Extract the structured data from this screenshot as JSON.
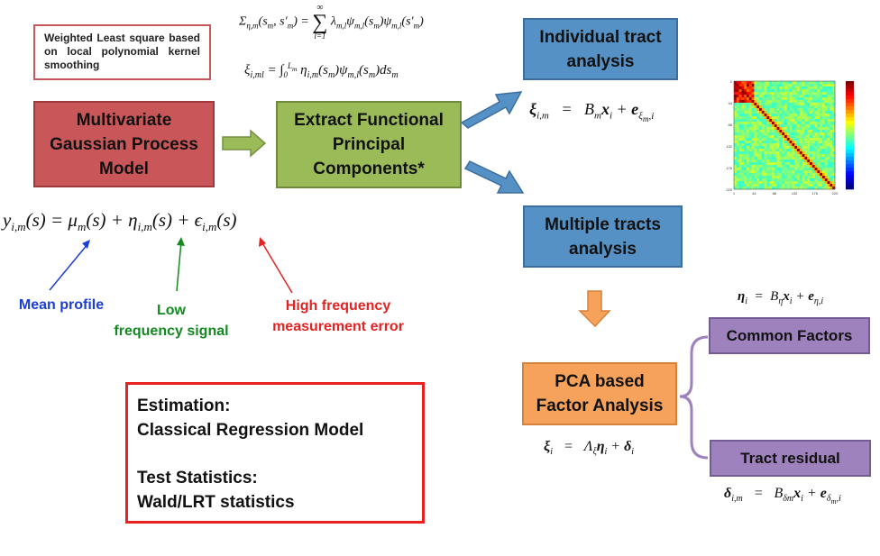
{
  "note_box": {
    "text": "Weighted Least square based on local polynomial kernel smoothing"
  },
  "boxes": {
    "mgpm": "Multivariate Gaussian Process Model",
    "fpc": "Extract Functional Principal Components*",
    "individual": "Individual tract analysis",
    "multiple": "Multiple tracts analysis",
    "pca": "PCA based Factor Analysis",
    "common": "Common Factors",
    "residual": "Tract residual"
  },
  "equations": {
    "sigma": "Σ_{η,m}(s_m, s'_m) = Σ_{l=1}^{∞} λ_{m,l} ψ_{m,l}(s_m) ψ_{m,l}(s'_m)",
    "xi_int": "ξ_{i,ml} = ∫_0^{L_m} η_{i,m}(s_m) ψ_{m,l}(s_m) ds_m",
    "model": "y_{i,m}(s) = μ_m(s) + η_{i,m}(s) + ϵ_{i,m}(s)",
    "xi_im": "ξ_{i,m} = B_m x_i + e_{ξ_{m,i}}",
    "eta_i": "η_i = B_η x_i + e_{η,i}",
    "xi_i": "ξ_i = Λ_ξ η_i + δ_i",
    "delta": "δ_{i,m} = B_{δm} x_i + e_{δ_m,i}"
  },
  "labels": {
    "mean_profile": "Mean profile",
    "low_freq_1": "Low",
    "low_freq_2": "frequency signal",
    "high_freq_1": "High frequency",
    "high_freq_2": "measurement error"
  },
  "estimation_box": {
    "line1": "Estimation:",
    "line2": "Classical Regression Model",
    "line3": "Test Statistics:",
    "line4": "Wald/LRT statistics"
  },
  "heatmap": {
    "y_ticks": [
      "1",
      "44",
      "88",
      "132",
      "176",
      "220"
    ],
    "x_ticks": [
      "1",
      "44",
      "88",
      "132",
      "176",
      "220"
    ]
  },
  "colors": {
    "red_box": "#c9575a",
    "green_box": "#9bbb59",
    "blue_box": "#5591c4",
    "orange_box": "#f7a25a",
    "purple_box": "#9e82bd",
    "blue_text": "#1b3fd4",
    "green_text": "#128a20",
    "red_text": "#e52222"
  }
}
